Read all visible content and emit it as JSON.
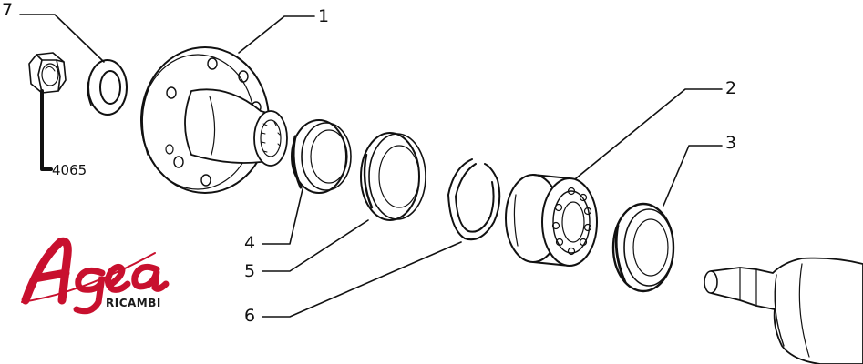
{
  "callouts": {
    "c1": "1",
    "c2": "2",
    "c3": "3",
    "c4": "4",
    "c5": "5",
    "c6": "6",
    "c7": "7"
  },
  "part_code": "4065",
  "logo": {
    "brand": "Agea",
    "sub": "RICAMBI",
    "color": "#c8102e"
  },
  "parts": [
    {
      "callout": "1",
      "icon": "wheel-hub-icon"
    },
    {
      "callout": "2",
      "icon": "double-row-ball-bearing-icon"
    },
    {
      "callout": "3",
      "icon": "seal-ring-icon"
    },
    {
      "callout": "4",
      "icon": "seal-ring-icon"
    },
    {
      "callout": "5",
      "icon": "spacer-ring-icon"
    },
    {
      "callout": "6",
      "icon": "snap-ring-icon"
    },
    {
      "callout": "7",
      "icon": "washer-icon"
    },
    {
      "code": "4065",
      "icon": "hub-nut-icon"
    }
  ]
}
